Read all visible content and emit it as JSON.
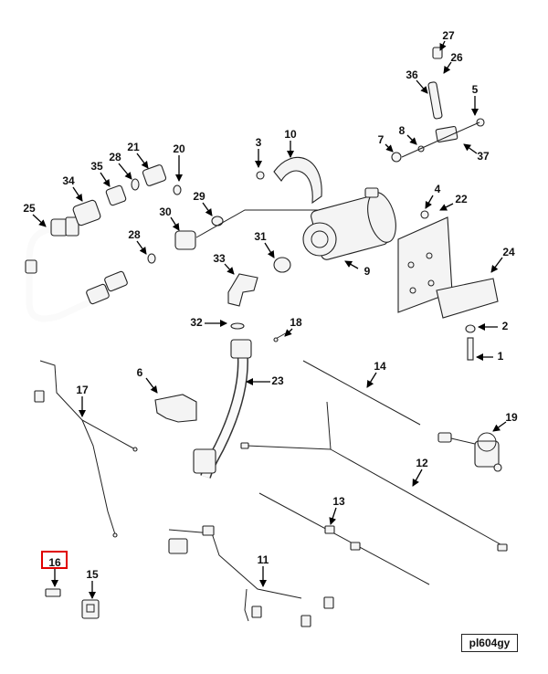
{
  "diagram": {
    "drawing_code": "pl604gy",
    "highlight_color": "#e00000",
    "callouts": [
      {
        "id": "c1",
        "label": "1"
      },
      {
        "id": "c2",
        "label": "2"
      },
      {
        "id": "c3",
        "label": "3"
      },
      {
        "id": "c4",
        "label": "4"
      },
      {
        "id": "c5",
        "label": "5"
      },
      {
        "id": "c6",
        "label": "6"
      },
      {
        "id": "c7",
        "label": "7"
      },
      {
        "id": "c8",
        "label": "8"
      },
      {
        "id": "c9",
        "label": "9"
      },
      {
        "id": "c10",
        "label": "10"
      },
      {
        "id": "c11",
        "label": "11"
      },
      {
        "id": "c12",
        "label": "12"
      },
      {
        "id": "c13",
        "label": "13"
      },
      {
        "id": "c14",
        "label": "14"
      },
      {
        "id": "c15",
        "label": "15"
      },
      {
        "id": "c16",
        "label": "16",
        "highlighted": true
      },
      {
        "id": "c17",
        "label": "17"
      },
      {
        "id": "c18",
        "label": "18"
      },
      {
        "id": "c19",
        "label": "19"
      },
      {
        "id": "c20",
        "label": "20"
      },
      {
        "id": "c21",
        "label": "21"
      },
      {
        "id": "c22",
        "label": "22"
      },
      {
        "id": "c23",
        "label": "23"
      },
      {
        "id": "c24",
        "label": "24"
      },
      {
        "id": "c25",
        "label": "25"
      },
      {
        "id": "c26",
        "label": "26"
      },
      {
        "id": "c27",
        "label": "27"
      },
      {
        "id": "c28a",
        "label": "28"
      },
      {
        "id": "c28b",
        "label": "28"
      },
      {
        "id": "c29",
        "label": "29"
      },
      {
        "id": "c30",
        "label": "30"
      },
      {
        "id": "c31",
        "label": "31"
      },
      {
        "id": "c32",
        "label": "32"
      },
      {
        "id": "c33",
        "label": "33"
      },
      {
        "id": "c34",
        "label": "34"
      },
      {
        "id": "c35",
        "label": "35"
      },
      {
        "id": "c36",
        "label": "36"
      },
      {
        "id": "c37",
        "label": "37"
      }
    ]
  }
}
